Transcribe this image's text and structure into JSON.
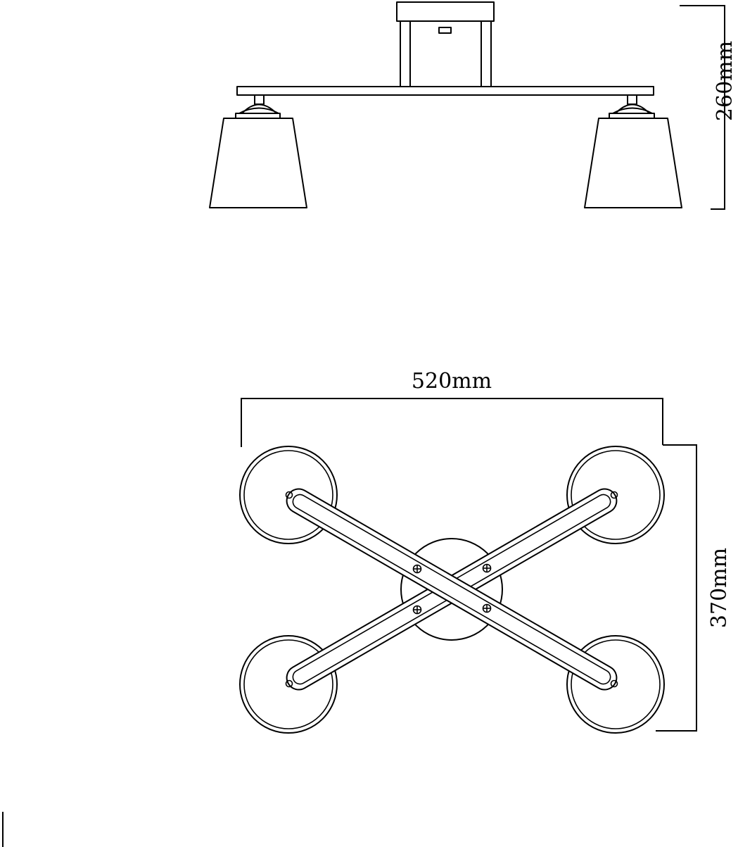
{
  "dimensions": {
    "height": "260mm",
    "width": "520mm",
    "depth": "370mm"
  }
}
